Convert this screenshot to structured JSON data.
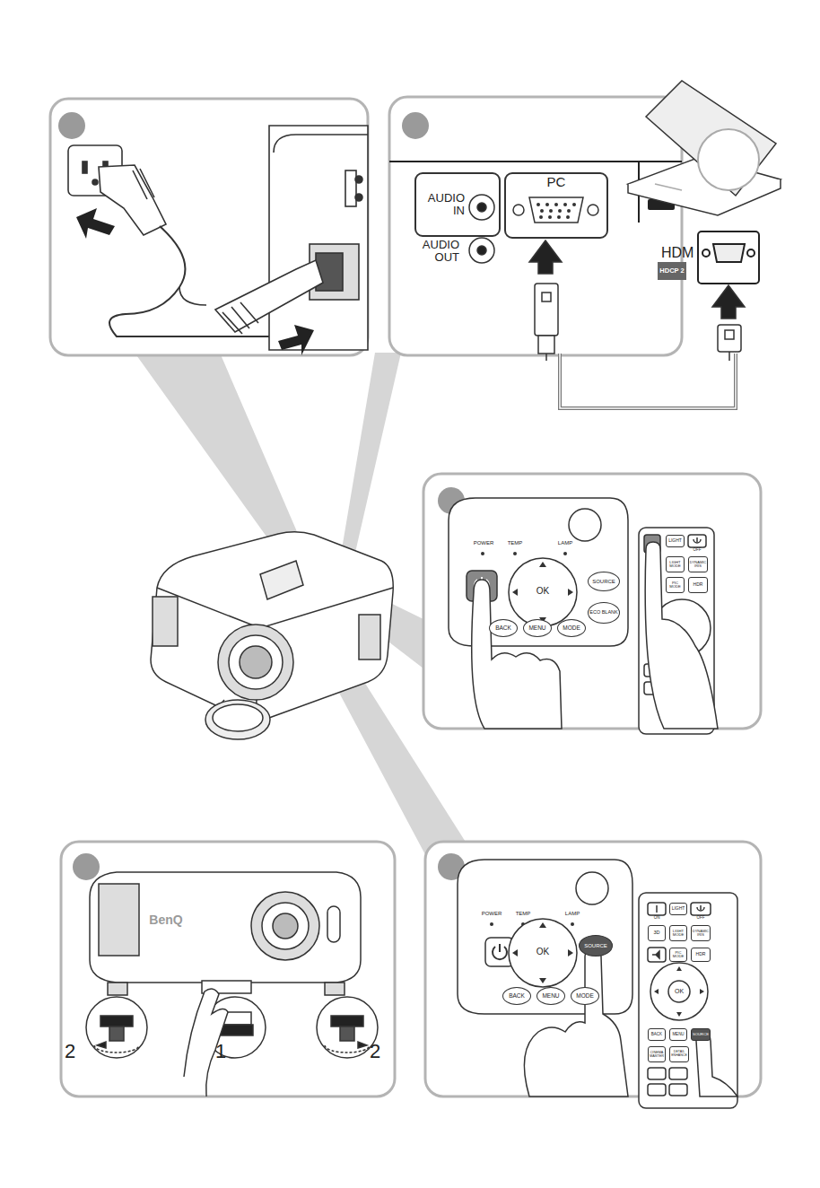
{
  "diagram": {
    "nodes": [
      {
        "text": [
          "AUDIO IN"
        ]
      },
      {
        "text": [
          "PC"
        ]
      },
      {
        "text": [
          "HDCP 2"
        ]
      },
      {
        "text": [
          "SOURCE"
        ]
      },
      {
        "text": [
          "ECO BLANK"
        ]
      },
      {
        "text": [
          "BACK"
        ]
      },
      {
        "text": [
          "MENU"
        ]
      },
      {
        "text": [
          "MODE"
        ]
      },
      {
        "text": [
          "LIGHT"
        ]
      },
      {
        "text": [
          "LIGHT MODE"
        ]
      },
      {
        "text": [
          "DYNAMIC IRIS"
        ]
      },
      {
        "text": [
          "PIC MODE"
        ]
      },
      {
        "text": [
          "HDR"
        ]
      },
      {
        "text": [
          "SOURCE"
        ]
      },
      {
        "text": [
          "BACK"
        ]
      },
      {
        "text": [
          "MENU"
        ]
      },
      {
        "text": [
          "MODE"
        ]
      },
      {
        "text": [
          "LIGHT"
        ]
      },
      {
        "text": [
          "3D"
        ]
      },
      {
        "text": [
          "LIGHT MODE"
        ]
      },
      {
        "text": [
          "DYNAMIC IRIS"
        ]
      },
      {
        "text": [
          "PIC MODE"
        ]
      },
      {
        "text": [
          "HDR"
        ]
      },
      {
        "text": [
          "BACK"
        ]
      },
      {
        "text": [
          "MENU"
        ]
      },
      {
        "text": [
          "SOURCE"
        ]
      },
      {
        "text": [
          "CINEMA MASTER"
        ]
      },
      {
        "text": [
          "DETAIL ENHANCE"
        ]
      }
    ],
    "labels": [
      "AUDIO OUT",
      "HDM",
      "POWER",
      "TEMP",
      "LAMP",
      "OK",
      "OFF",
      "POWER",
      "TEMP",
      "LAMP",
      "OK",
      "ON",
      "OFF",
      "OK",
      "BenQ",
      "2",
      "1",
      "2"
    ]
  }
}
